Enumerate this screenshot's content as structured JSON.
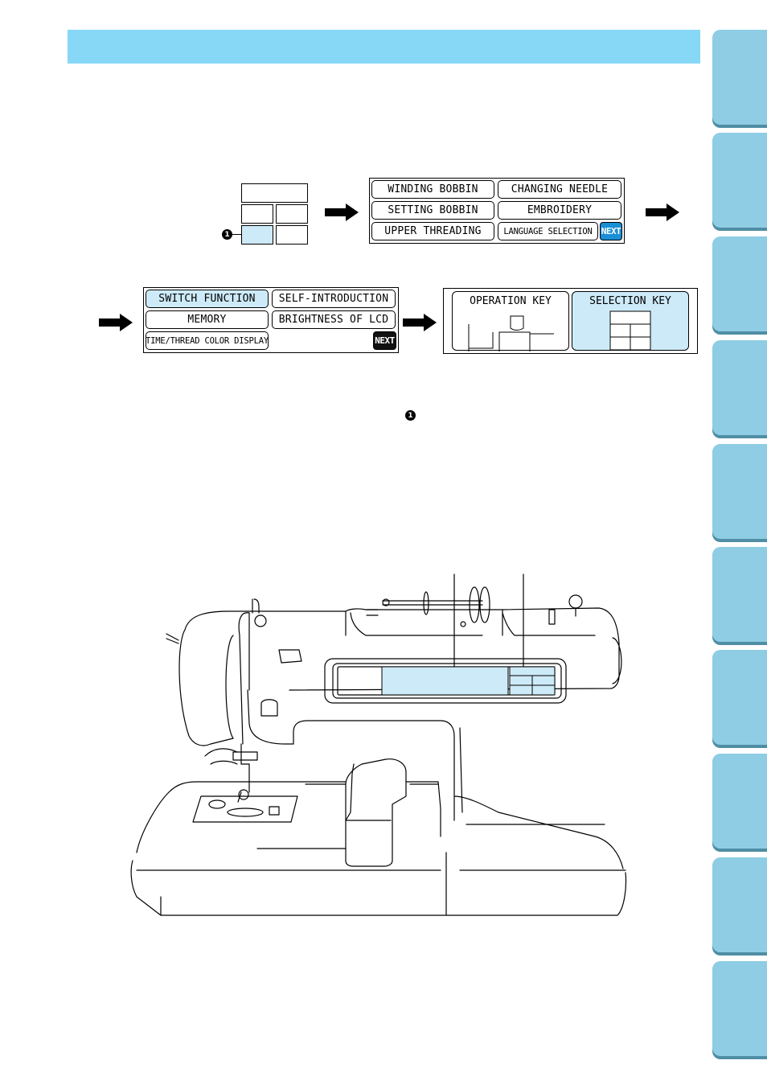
{
  "lcd_menu_1": {
    "keys": [
      "WINDING BOBBIN",
      "CHANGING NEEDLE",
      "SETTING BOBBIN",
      "EMBROIDERY",
      "UPPER THREADING",
      "LANGUAGE SELECTION"
    ],
    "next_label": "NEXT"
  },
  "lcd_menu_2": {
    "keys": [
      "SWITCH FUNCTION",
      "SELF-INTRODUCTION",
      "MEMORY",
      "BRIGHTNESS OF LCD",
      "TIME/THREAD COLOR DISPLAY"
    ],
    "next_label": "NEXT"
  },
  "lcd_menu_3": {
    "operation_key": "OPERATION KEY",
    "selection_key": "SELECTION KEY"
  },
  "callout_number": "1",
  "colors": {
    "header": "#87d7f7",
    "side_tab": "#8ecde3",
    "selected": "#cdeaf8",
    "next_blue": "#1a8fd6"
  }
}
